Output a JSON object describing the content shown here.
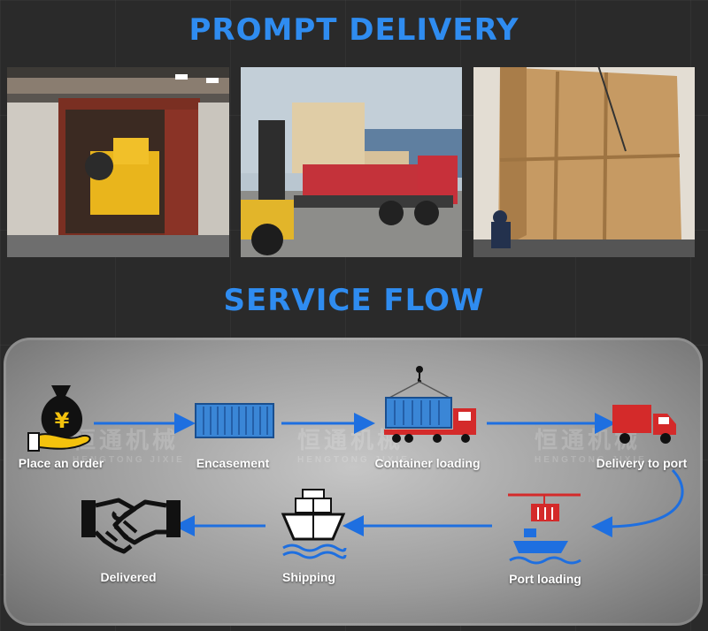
{
  "headings": {
    "top": "PROMPT  DELIVERY",
    "middle": "SERVICE FLOW"
  },
  "colors": {
    "accent": "#2f8cf0",
    "truck_red": "#d42a2a",
    "container_blue": "#3a86d6"
  },
  "photos": [
    {
      "subject": "jaw crusher loaded into shipping container"
    },
    {
      "subject": "forklift and truck with wooden crates"
    },
    {
      "subject": "large plywood crate lifted by crane"
    }
  ],
  "watermark": {
    "cn": "恒通机械",
    "en": "HENGTONG JIXIE"
  },
  "steps": [
    {
      "label": "Place an order",
      "icon": "money-bag-hand-icon"
    },
    {
      "label": "Encasement",
      "icon": "container-icon"
    },
    {
      "label": "Container loading",
      "icon": "container-truck-crane-icon"
    },
    {
      "label": "Delivery to port",
      "icon": "truck-icon"
    },
    {
      "label": "Port loading",
      "icon": "port-crane-ship-icon"
    },
    {
      "label": "Shipping",
      "icon": "ship-icon"
    },
    {
      "label": "Delivered",
      "icon": "handshake-icon"
    }
  ]
}
